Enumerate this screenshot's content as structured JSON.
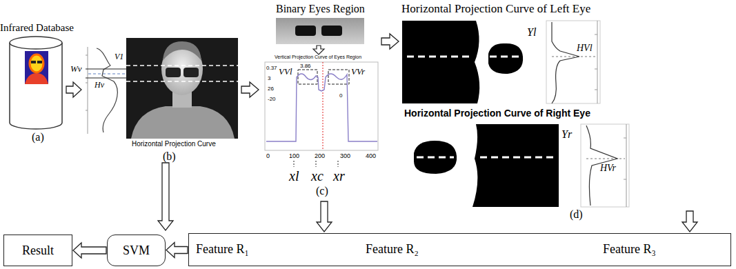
{
  "diagram": {
    "nodes": [
      {
        "text": [
          "Result"
        ]
      },
      {
        "text": [
          "SVM"
        ]
      },
      {
        "text": [
          "Feature R₁",
          "Feature R₂",
          "Feature R₃"
        ]
      }
    ],
    "edges": [
      {
        "from": 2,
        "to": 1,
        "arrow": "to"
      },
      {
        "from": 1,
        "to": 0,
        "arrow": "to"
      }
    ],
    "labels": [
      "Infrared Database",
      "(a)",
      "Wv",
      "V1",
      "Hv",
      "Horizontal Projection Curve",
      "(b)",
      "Binary Eyes Region",
      "Vertical Projection Curve of Eyes Region",
      "0.37",
      "3.86",
      "3",
      "26",
      "-20",
      "VVl",
      "VVr",
      "0",
      "0",
      "100",
      "200",
      "300",
      "400",
      "xl",
      "xc",
      "xr",
      "(c)",
      "Horizontal Projection Curve of Left Eye",
      "Yl",
      "HVl",
      "Horizontal Projection Curve of Right Eye",
      "Yr",
      "HVr",
      "(d)"
    ]
  }
}
